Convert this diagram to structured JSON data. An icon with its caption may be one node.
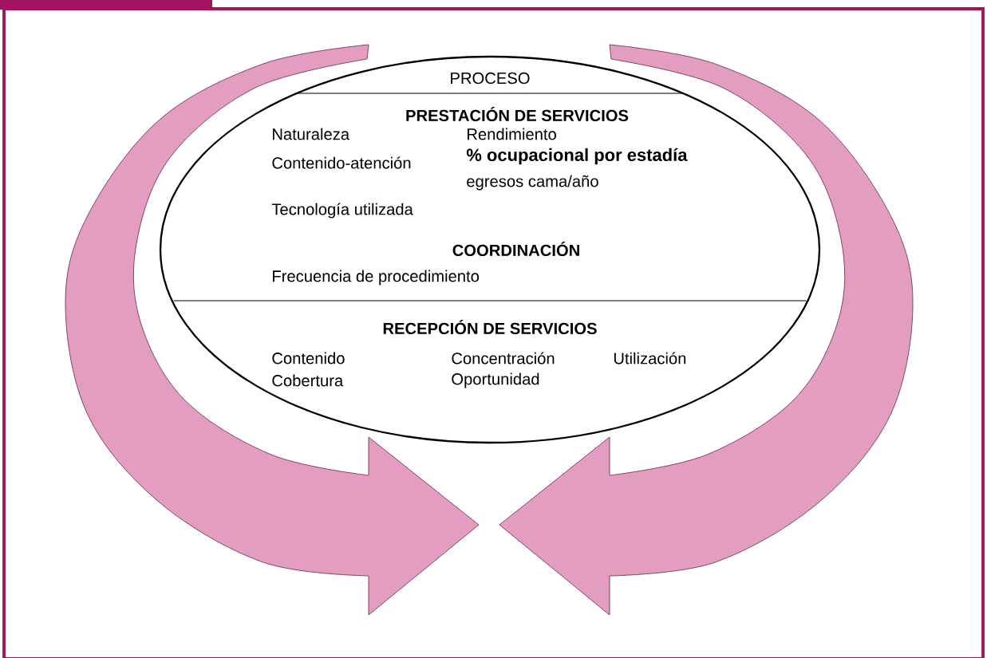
{
  "diagram": {
    "nodes": [
      {
        "text": [
          "PROCESO",
          "PRESTACIÓN DE SERVICIOS",
          "Naturaleza",
          "Contenido-atención",
          "Tecnología utilizada",
          "Rendimiento",
          "% ocupacional por estadía",
          "egresos cama/año",
          "COORDINACIÓN",
          "Frecuencia de procedimiento",
          "RECEPCIÓN DE SERVICIOS",
          "Contenido",
          "Cobertura",
          "Concentración",
          "Oportunidad",
          "Utilización"
        ]
      }
    ]
  }
}
